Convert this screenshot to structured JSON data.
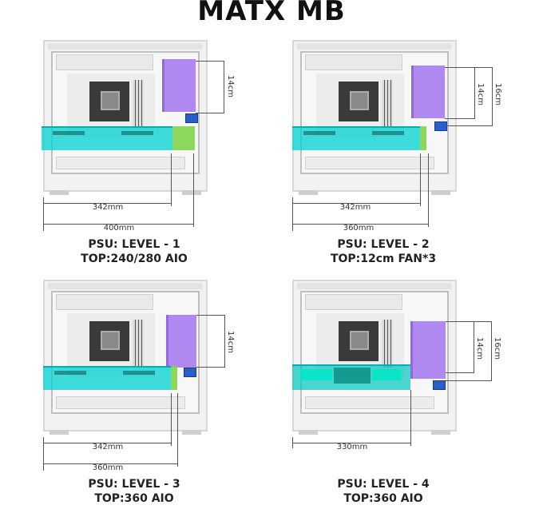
{
  "title": "MATX MB",
  "colors": {
    "psu": "#a97ff0",
    "gpu": "#00d2d2",
    "radiator": "#7fd34a",
    "connector": "#2a5fc8"
  },
  "panels": [
    {
      "psu_height": "14cm",
      "psu_height_outer": null,
      "inner_dim": "342mm",
      "outer_dim": "400mm",
      "caption_line1": "PSU: LEVEL - 1",
      "caption_line2": "TOP:240/280 AIO",
      "has_radiator": true
    },
    {
      "psu_height": "14cm",
      "psu_height_outer": "16cm",
      "inner_dim": "342mm",
      "outer_dim": "360mm",
      "caption_line1": "PSU: LEVEL - 2",
      "caption_line2": "TOP:12cm FAN*3",
      "has_radiator": true
    },
    {
      "psu_height": "14cm",
      "psu_height_outer": null,
      "inner_dim": "342mm",
      "outer_dim": "360mm",
      "caption_line1": "PSU: LEVEL - 3",
      "caption_line2": "TOP:360 AIO",
      "has_radiator": true
    },
    {
      "psu_height": "14cm",
      "psu_height_outer": "16cm",
      "inner_dim": "330mm",
      "outer_dim": null,
      "caption_line1": "PSU: LEVEL - 4",
      "caption_line2": "TOP:360 AIO",
      "has_radiator": false
    }
  ]
}
